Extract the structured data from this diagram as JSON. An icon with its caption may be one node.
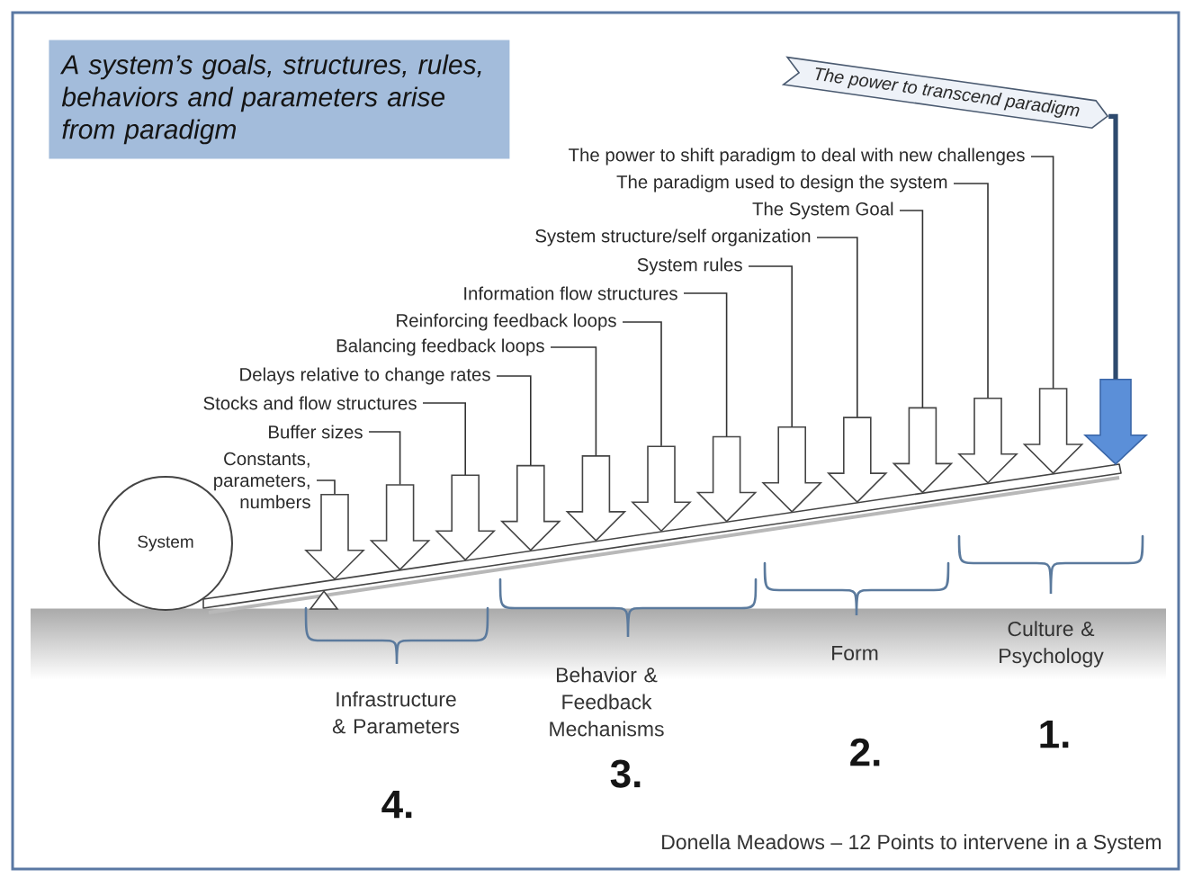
{
  "diagram": {
    "caption": "Donella Meadows – 12 Points to intervene in a System",
    "nodes": [
      {
        "text": [
          "A system’s goals, structures, rules, behaviors and parameters arise from paradigm"
        ]
      },
      {
        "text": [
          "The power to transcend paradigm"
        ]
      },
      {
        "text": [
          "The power to shift paradigm to deal with new challenges"
        ]
      },
      {
        "text": [
          "The paradigm used to design the system"
        ]
      },
      {
        "text": [
          "The System Goal"
        ]
      },
      {
        "text": [
          "System structure/self organization"
        ]
      },
      {
        "text": [
          "System rules"
        ]
      },
      {
        "text": [
          "Information flow structures"
        ]
      },
      {
        "text": [
          "Reinforcing feedback loops"
        ]
      },
      {
        "text": [
          "Balancing feedback loops"
        ]
      },
      {
        "text": [
          "Delays relative to change rates"
        ]
      },
      {
        "text": [
          "Stocks and flow structures"
        ]
      },
      {
        "text": [
          "Buffer sizes"
        ]
      },
      {
        "text": [
          "Constants, parameters, numbers"
        ]
      },
      {
        "text": [
          "System"
        ]
      },
      {
        "text": [],
        "shape": "arrow"
      },
      {
        "text": [],
        "shape": "arrow"
      },
      {
        "text": [],
        "shape": "arrow"
      },
      {
        "text": [],
        "shape": "arrow"
      },
      {
        "text": [],
        "shape": "arrow"
      },
      {
        "text": [],
        "shape": "arrow"
      },
      {
        "text": [],
        "shape": "arrow"
      },
      {
        "text": [],
        "shape": "arrow"
      },
      {
        "text": [],
        "shape": "arrow"
      },
      {
        "text": [],
        "shape": "arrow"
      },
      {
        "text": [],
        "shape": "arrow"
      },
      {
        "text": [],
        "shape": "arrow"
      },
      {
        "text": [],
        "shape": "arrow"
      }
    ],
    "edges": [
      {
        "from": 1,
        "to": 27,
        "arrow": "none",
        "style": "thick",
        "color": "#2e4a6e"
      },
      {
        "from": 2,
        "to": 26,
        "arrow": "none"
      },
      {
        "from": 3,
        "to": 25,
        "arrow": "none"
      },
      {
        "from": 4,
        "to": 24,
        "arrow": "none"
      },
      {
        "from": 5,
        "to": 23,
        "arrow": "none"
      },
      {
        "from": 6,
        "to": 22,
        "arrow": "none"
      },
      {
        "from": 7,
        "to": 21,
        "arrow": "none"
      },
      {
        "from": 8,
        "to": 20,
        "arrow": "none"
      },
      {
        "from": 9,
        "to": 19,
        "arrow": "none"
      },
      {
        "from": 10,
        "to": 18,
        "arrow": "none"
      },
      {
        "from": 11,
        "to": 17,
        "arrow": "none"
      },
      {
        "from": 12,
        "to": 16,
        "arrow": "none"
      },
      {
        "from": 13,
        "to": 15,
        "arrow": "none"
      }
    ],
    "labels": [
      "Infrastructure & Parameters",
      "Behavior & Feedback Mechanisms",
      "Form",
      "Culture & Psychology",
      "4.",
      "3.",
      "2.",
      "1."
    ]
  }
}
